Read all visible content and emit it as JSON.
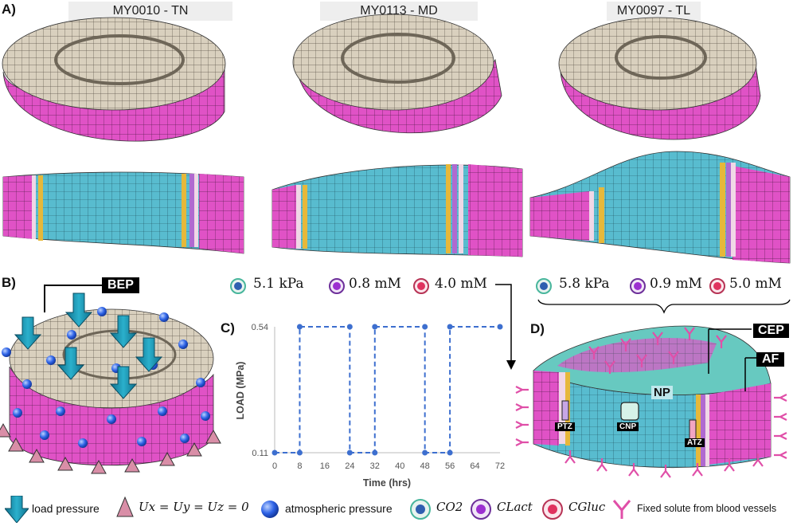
{
  "panels": {
    "a": "A)",
    "b": "B)",
    "c": "C)",
    "d": "D)"
  },
  "samples": [
    "MY0010 - TN",
    "MY0113 - MD",
    "MY0097 - TL"
  ],
  "labels": {
    "bep": "BEP",
    "cep": "CEP",
    "af": "AF",
    "np": "NP",
    "ptz": "PTZ",
    "cnp": "CNP",
    "atz": "ATZ"
  },
  "boundary_left": [
    "5.1 kPa",
    "0.8 mM",
    "4.0 mM"
  ],
  "boundary_right": [
    "5.8 kPa",
    "0.9 mM",
    "5.0 mM"
  ],
  "legend": {
    "load": "load pressure",
    "fixed_formula": "Ux = Uy = Uz = 0",
    "atmos": "atmospheric pressure",
    "o2": "CO2",
    "lact": "CLact",
    "gluc": "CGluc",
    "vessels": "Fixed solute from blood vessels"
  },
  "colors": {
    "o2": "#2f5fb0",
    "lact": "#9c2fd0",
    "gluc": "#e0325f",
    "af": "#e356c8",
    "np": "#56b9cf",
    "cep": "#d8cfb8"
  },
  "chart_data": {
    "type": "line",
    "xlabel": "Time (hrs)",
    "ylabel": "LOAD (MPa)",
    "x_ticks": [
      0,
      8,
      16,
      24,
      32,
      40,
      48,
      56,
      64,
      72
    ],
    "y_ticks": [
      0.11,
      0.54
    ],
    "xlim": [
      0,
      72
    ],
    "ylim": [
      0.11,
      0.54
    ],
    "x": [
      0,
      8,
      8,
      24,
      24,
      32,
      32,
      48,
      48,
      56,
      56,
      72
    ],
    "y": [
      0.11,
      0.11,
      0.54,
      0.54,
      0.11,
      0.11,
      0.54,
      0.54,
      0.11,
      0.11,
      0.54,
      0.54
    ],
    "line_style": "dashed",
    "color": "#3d6fcf"
  }
}
